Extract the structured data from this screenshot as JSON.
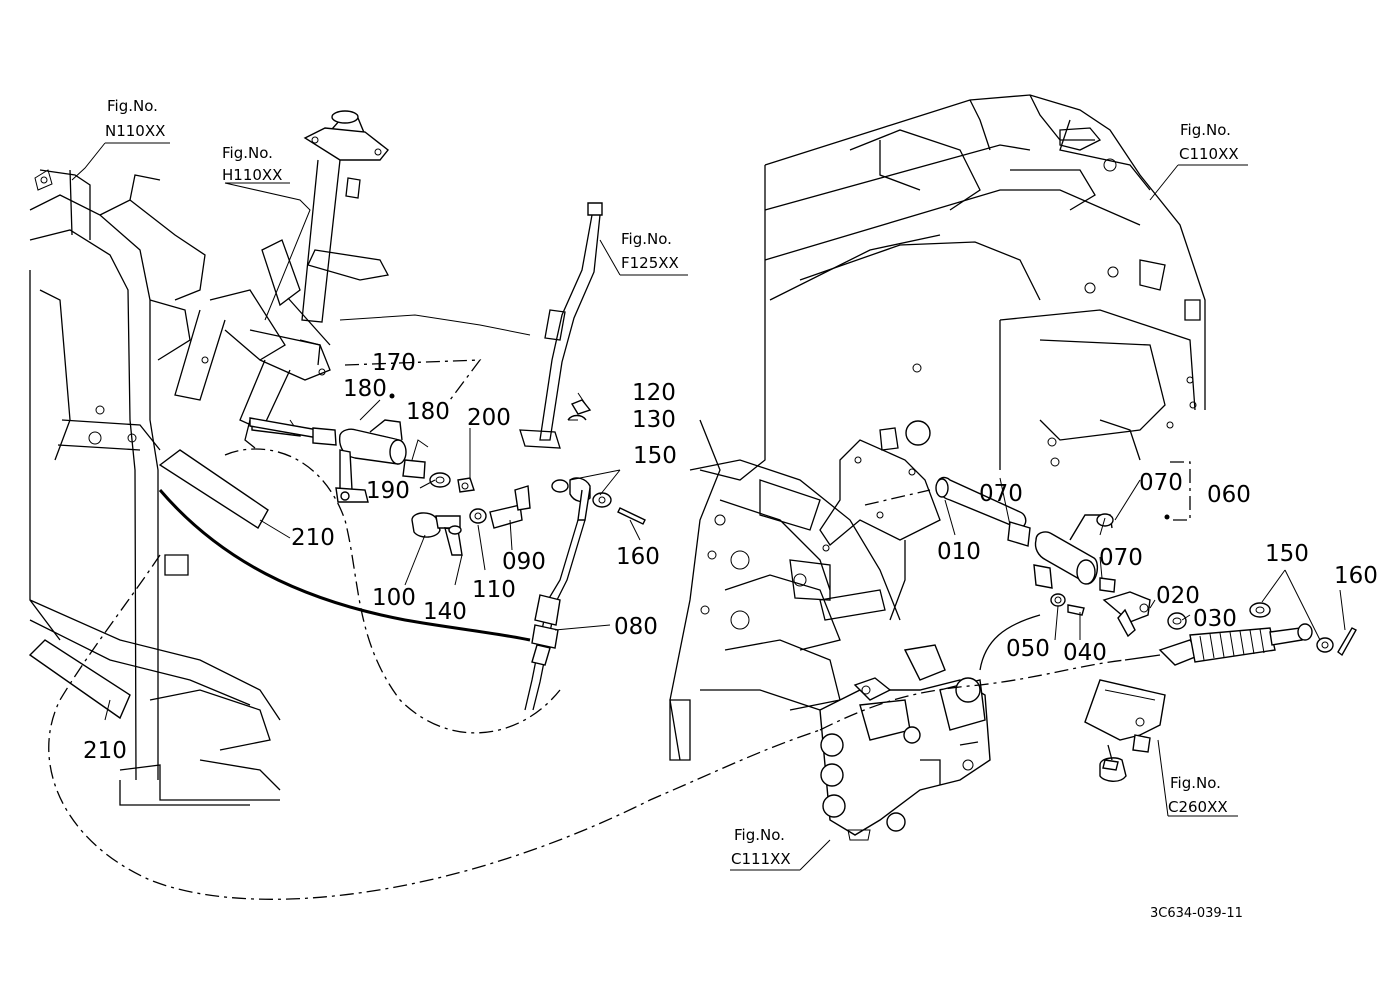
{
  "figure_refs": [
    {
      "id": "n110",
      "prefix": "Fig.No.",
      "code": "N110XX"
    },
    {
      "id": "h110",
      "prefix": "Fig.No.",
      "code": "H110XX"
    },
    {
      "id": "f125",
      "prefix": "Fig.No.",
      "code": "F125XX"
    },
    {
      "id": "c110",
      "prefix": "Fig.No.",
      "code": "C110XX"
    },
    {
      "id": "c260",
      "prefix": "Fig.No.",
      "code": "C260XX"
    },
    {
      "id": "c111",
      "prefix": "Fig.No.",
      "code": "C111XX"
    }
  ],
  "part_labels": {
    "p170": "170",
    "p180a": "180",
    "p180b": "180",
    "p200": "200",
    "p190": "190",
    "p120": "120",
    "p130": "130",
    "p150a": "150",
    "p160a": "160",
    "p210a": "210",
    "p210b": "210",
    "p100": "100",
    "p140": "140",
    "p110": "110",
    "p090": "090",
    "p080": "080",
    "p070a": "070",
    "p070b": "070",
    "p070c": "070",
    "p060": "060",
    "p010": "010",
    "p020": "020",
    "p030": "030",
    "p050": "050",
    "p040": "040",
    "p150b": "150",
    "p160b": "160"
  },
  "drawing_code": "3C634-039-11"
}
